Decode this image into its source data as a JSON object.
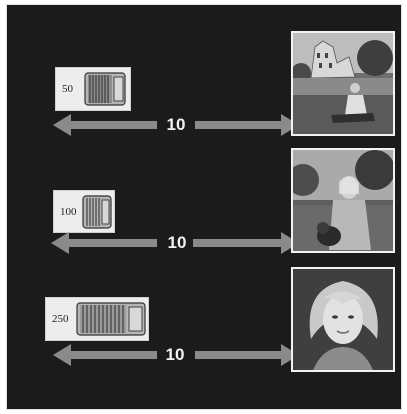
{
  "rows": [
    {
      "focal_length": "50",
      "distance": "10",
      "photo": "distant-portrait-by-river"
    },
    {
      "focal_length": "100",
      "distance": "10",
      "photo": "medium-portrait-with-dog"
    },
    {
      "focal_length": "250",
      "distance": "10",
      "photo": "close-up-portrait"
    }
  ],
  "colors": {
    "background": "#1b1b1b",
    "arrow": "#8a8a8a",
    "card": "#ededed"
  },
  "icons": [
    "camera-lens-icon",
    "double-arrow-icon"
  ]
}
